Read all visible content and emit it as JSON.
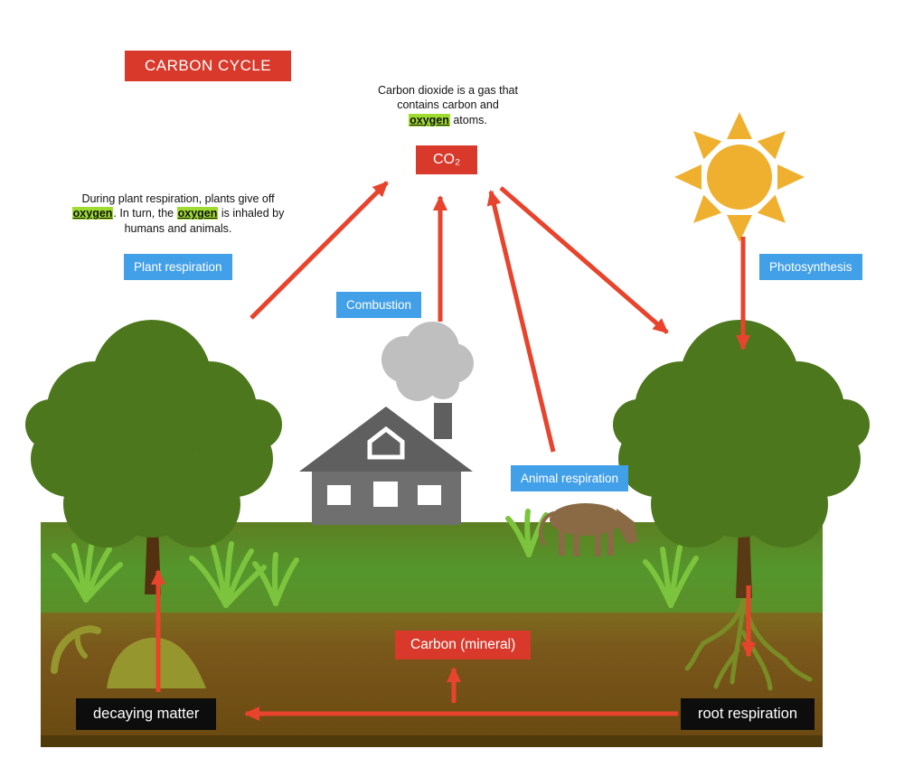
{
  "title": "CARBON CYCLE",
  "notes": {
    "co2": {
      "p1": "Carbon dioxide is a gas that contains carbon and ",
      "h1": "oxygen",
      "p2": " atoms."
    },
    "plant": {
      "p1": "During plant respiration, plants give off ",
      "h1": "oxygen",
      "p2": ". In turn, the ",
      "h2": "oxygen",
      "p3": " is inhaled by humans and animals."
    }
  },
  "labels": {
    "co2": "CO₂",
    "plant_respiration": "Plant respiration",
    "photosynthesis": "Photosynthesis",
    "combustion": "Combustion",
    "animal_respiration": "Animal respiration",
    "carbon_mineral": "Carbon (mineral)",
    "decaying_matter": "decaying matter",
    "root_respiration": "root respiration"
  },
  "colors": {
    "red_box": "#d8392b",
    "blue_box": "#42a0e8",
    "black_box": "#0d0d0d",
    "highlight_green": "#9fdc30",
    "arrow_red": "#e8432c",
    "tree_green": "#4c771c",
    "grass_green": "#55962c",
    "soil_brown": "#7a571b",
    "sun_yellow": "#efb02f"
  },
  "scene_elements": [
    "sun",
    "left-tree",
    "right-tree",
    "house-with-chimney",
    "smoke",
    "cow",
    "grass-tufts",
    "soil",
    "roots",
    "decaying-mound",
    "red-flow-arrows"
  ]
}
